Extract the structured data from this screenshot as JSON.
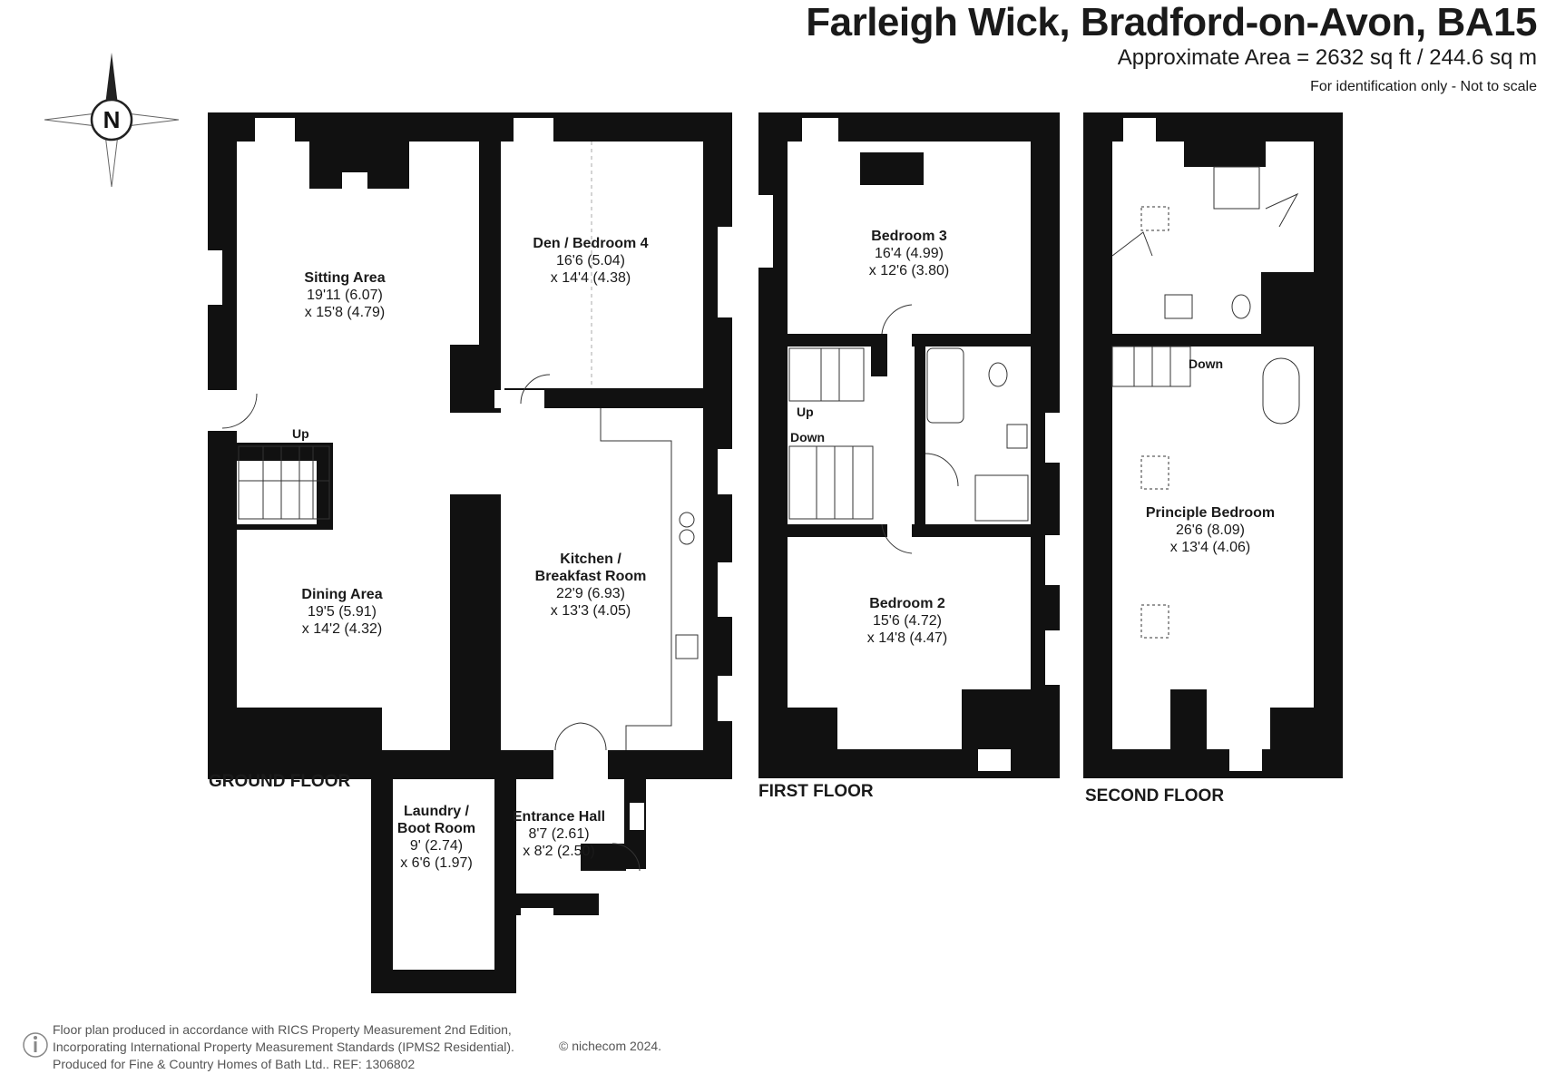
{
  "header": {
    "title": "Farleigh Wick, Bradford-on-Avon, BA15",
    "area": "Approximate Area = 2632 sq ft / 244.6 sq m",
    "note": "For identification only - Not to scale"
  },
  "compass": {
    "label": "N"
  },
  "floors": {
    "ground": "GROUND FLOOR",
    "first": "FIRST FLOOR",
    "second": "SECOND FLOOR"
  },
  "rooms": {
    "sitting": {
      "name": "Sitting Area",
      "dim1": "19'11 (6.07)",
      "dim2": "x 15'8 (4.79)"
    },
    "den": {
      "name": "Den / Bedroom 4",
      "dim1": "16'6 (5.04)",
      "dim2": "x 14'4 (4.38)"
    },
    "dining": {
      "name": "Dining Area",
      "dim1": "19'5 (5.91)",
      "dim2": "x 14'2 (4.32)"
    },
    "kitchen": {
      "name1": "Kitchen /",
      "name2": "Breakfast Room",
      "dim1": "22'9 (6.93)",
      "dim2": "x 13'3 (4.05)"
    },
    "laundry": {
      "name1": "Laundry /",
      "name2": "Boot Room",
      "dim1": "9' (2.74)",
      "dim2": "x 6'6 (1.97)"
    },
    "entrance": {
      "name": "Entrance Hall",
      "dim1": "8'7 (2.61)",
      "dim2": "x 8'2 (2.50)"
    },
    "bed3": {
      "name": "Bedroom 3",
      "dim1": "16'4 (4.99)",
      "dim2": "x 12'6 (3.80)"
    },
    "bed2": {
      "name": "Bedroom 2",
      "dim1": "15'6 (4.72)",
      "dim2": "x 14'8 (4.47)"
    },
    "principal": {
      "name": "Principle Bedroom",
      "dim1": "26'6 (8.09)",
      "dim2": "x 13'4 (4.06)"
    }
  },
  "stairs": {
    "ground_up": "Up",
    "first_up": "Up",
    "first_down": "Down",
    "second_down": "Down"
  },
  "footer": {
    "line1": "Floor plan produced in accordance with RICS Property Measurement 2nd Edition,",
    "line2": "Incorporating International Property Measurement Standards (IPMS2 Residential).",
    "line3": "Produced for Fine & Country Homes of Bath Ltd..   REF: 1306802",
    "copyright": "© nichecom 2024."
  },
  "colors": {
    "wall": "#111111",
    "window": "#ffffff",
    "line": "#333333"
  }
}
